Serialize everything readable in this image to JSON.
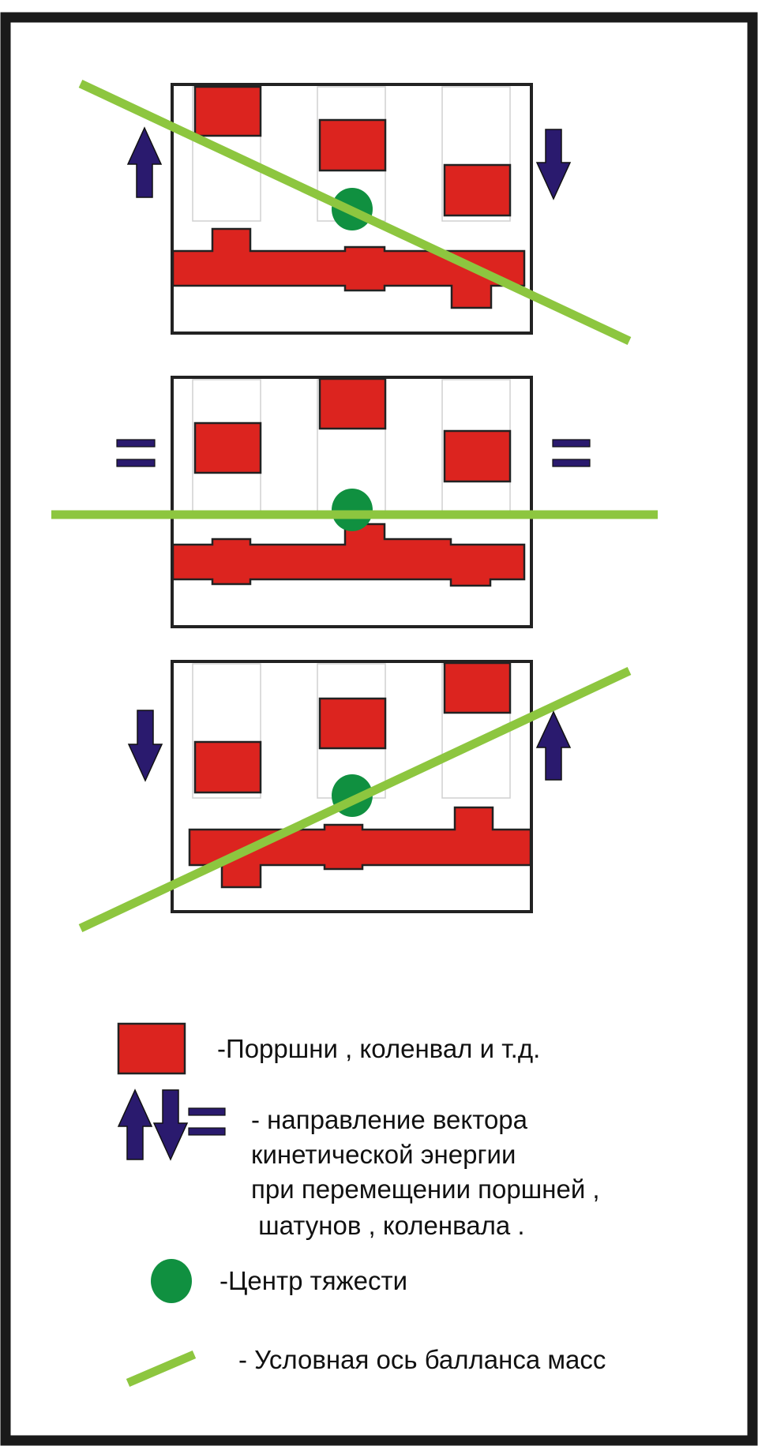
{
  "colors": {
    "background": "#ffffff",
    "frame": "#1a1a1a",
    "part": "#dc241f",
    "outline": "#222222",
    "guide": "#d0d0d0",
    "center": "#109040",
    "axis": "#8dc63f",
    "arrow": "#2a1a6e"
  },
  "panels": [
    {
      "name": "panel-tilt-left",
      "tilt": "down-right",
      "arrows": "up-down"
    },
    {
      "name": "panel-level",
      "tilt": "level",
      "arrows": "equal"
    },
    {
      "name": "panel-tilt-right",
      "tilt": "up-right",
      "arrows": "down-up"
    }
  ],
  "legend": {
    "parts": "-Порршни , коленвал и т.д.",
    "vector_lines": [
      "- направление вектора",
      "кинетической энергии",
      "при перемещении поршней ,",
      " шатунов , коленвала ."
    ],
    "center": "-Центр тяжести",
    "axis": "- Условная ось балланса масс"
  },
  "icons": {
    "up": "arrow-up-icon",
    "down": "arrow-down-icon",
    "equal": "equal-sign-icon"
  }
}
